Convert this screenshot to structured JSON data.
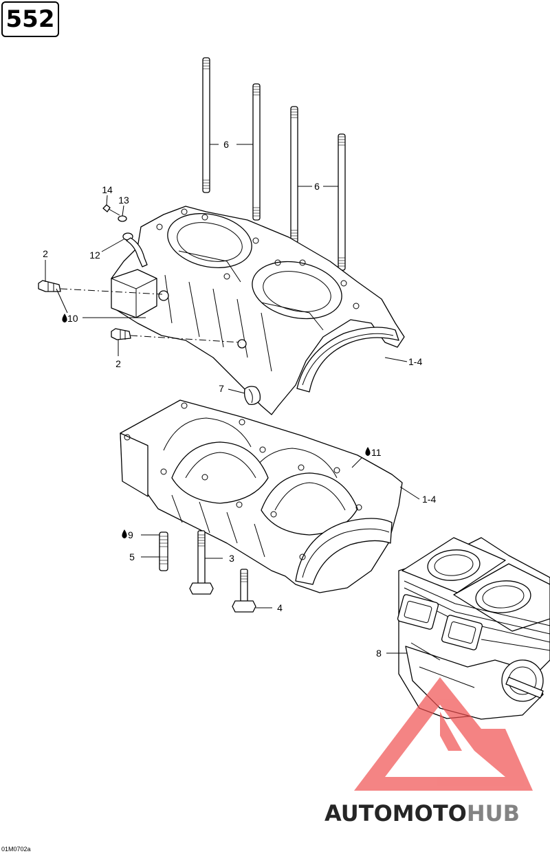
{
  "page_number": "552",
  "drawing_code": "01M0702a",
  "watermark": {
    "brand_part1": "AUTOMOTO",
    "brand_part2": "HUB",
    "color_brand": "#f2a64b",
    "color_hub": "#6e6e6e",
    "color_logo": "#f05050"
  },
  "callouts": [
    {
      "id": "c6a",
      "label": "6"
    },
    {
      "id": "c6b",
      "label": "6"
    },
    {
      "id": "c14",
      "label": "14"
    },
    {
      "id": "c13",
      "label": "13"
    },
    {
      "id": "c12",
      "label": "12"
    },
    {
      "id": "c2a",
      "label": "2"
    },
    {
      "id": "c10",
      "label": "10"
    },
    {
      "id": "c2b",
      "label": "2"
    },
    {
      "id": "c14a",
      "label": "1-4"
    },
    {
      "id": "c7",
      "label": "7"
    },
    {
      "id": "c11",
      "label": "11"
    },
    {
      "id": "c14b",
      "label": "1-4"
    },
    {
      "id": "c9",
      "label": "9"
    },
    {
      "id": "c5",
      "label": "5"
    },
    {
      "id": "c3",
      "label": "3"
    },
    {
      "id": "c4",
      "label": "4"
    },
    {
      "id": "c8",
      "label": "8"
    }
  ]
}
